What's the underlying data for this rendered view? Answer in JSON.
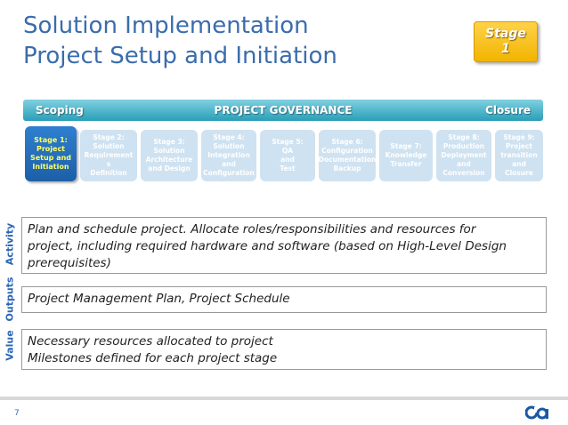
{
  "title": {
    "line1": "Solution Implementation",
    "line2": "Project Setup and Initiation"
  },
  "badge": {
    "line1": "Stage",
    "line2": "1"
  },
  "governance": {
    "left": "Scoping",
    "center": "PROJECT GOVERNANCE",
    "right": "Closure"
  },
  "stages": [
    {
      "label": "Stage 1:\nProject\nSetup and\nInitiation",
      "active": true
    },
    {
      "label": "Stage 2:\nSolution\nRequirement\ns\nDefinition",
      "active": false
    },
    {
      "label": "Stage 3:\nSolution\nArchitecture\nand Design",
      "active": false
    },
    {
      "label": "Stage 4:\nSolution\nIntegration\nand\nConfiguration",
      "active": false
    },
    {
      "label": "Stage 5:\nQA\nand\nTest",
      "active": false
    },
    {
      "label": "Stage 6:\nConfiguration\nDocumentation\nBackup",
      "active": false
    },
    {
      "label": "Stage 7:\nKnowledge\nTransfer",
      "active": false
    },
    {
      "label": "Stage 8:\nProduction\nDeployment\nand\nConversion",
      "active": false
    },
    {
      "label": "Stage 9:\nProject\ntransition\nand\nClosure",
      "active": false
    }
  ],
  "sections": {
    "activity": {
      "label": "Activity",
      "lines": [
        "Plan and schedule project. Allocate roles/responsibilities and resources for",
        "project, including required hardware and software (based on High-Level Design",
        "prerequisites)"
      ]
    },
    "outputs": {
      "label": "Outputs",
      "lines": [
        "Project Management Plan, Project Schedule"
      ]
    },
    "value": {
      "label": "Value",
      "lines": [
        "Necessary resources allocated to project",
        "Milestones defined for each project stage"
      ]
    }
  },
  "footer": {
    "page_number": "7",
    "logo_icon": "ca-logo-icon"
  },
  "colors": {
    "title": "#3a6cad",
    "governance": "#2a9fb8",
    "active_stage": "#1d5fa8",
    "badge": "#f2b400"
  }
}
